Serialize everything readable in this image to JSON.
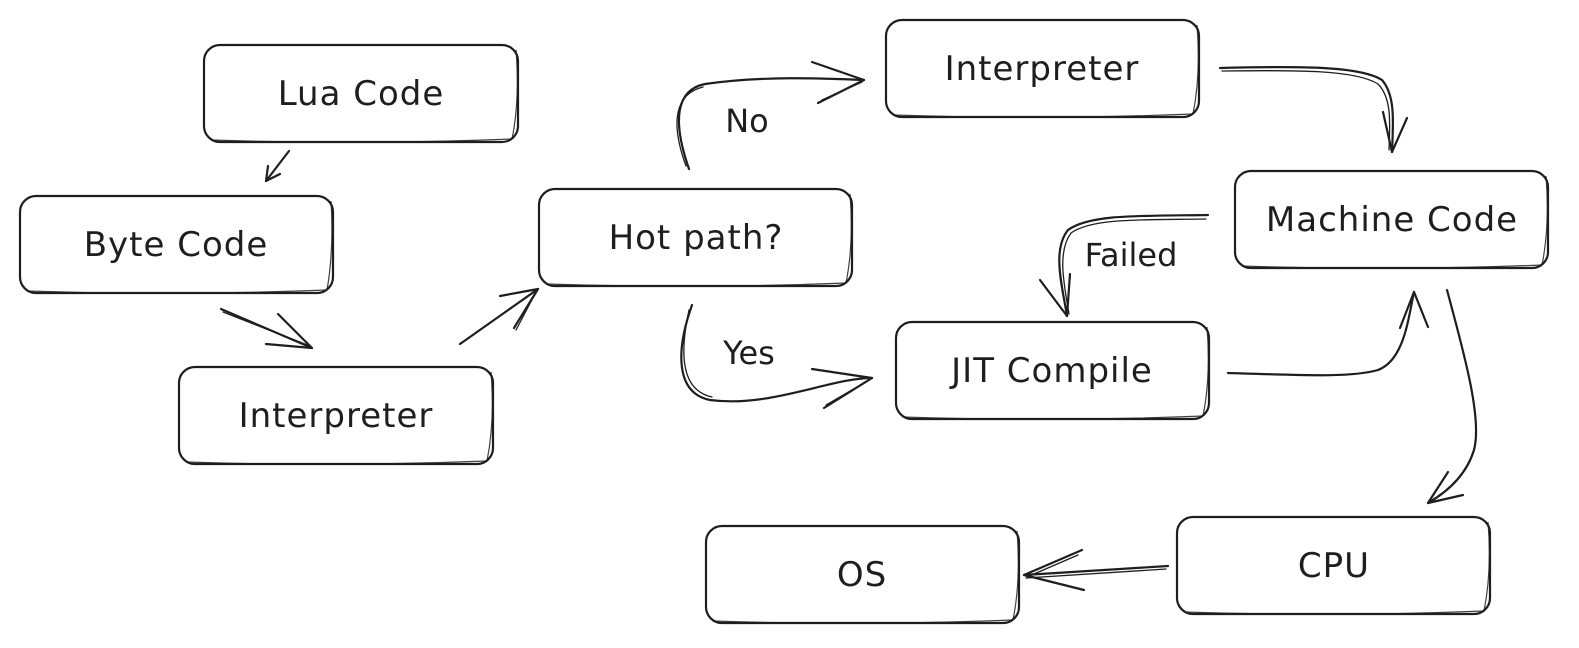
{
  "nodes": {
    "lua_code": "Lua Code",
    "byte_code": "Byte Code",
    "interpreter_first": "Interpreter",
    "hot_path": "Hot path?",
    "interpreter_second": "Interpreter",
    "jit_compile": "JIT Compile",
    "machine_code": "Machine Code",
    "cpu": "CPU",
    "os": "OS"
  },
  "edges": {
    "no": "No",
    "yes": "Yes",
    "failed": "Failed"
  },
  "colors": {
    "stroke": "#1e1e1e",
    "fill": "#ffffff"
  }
}
